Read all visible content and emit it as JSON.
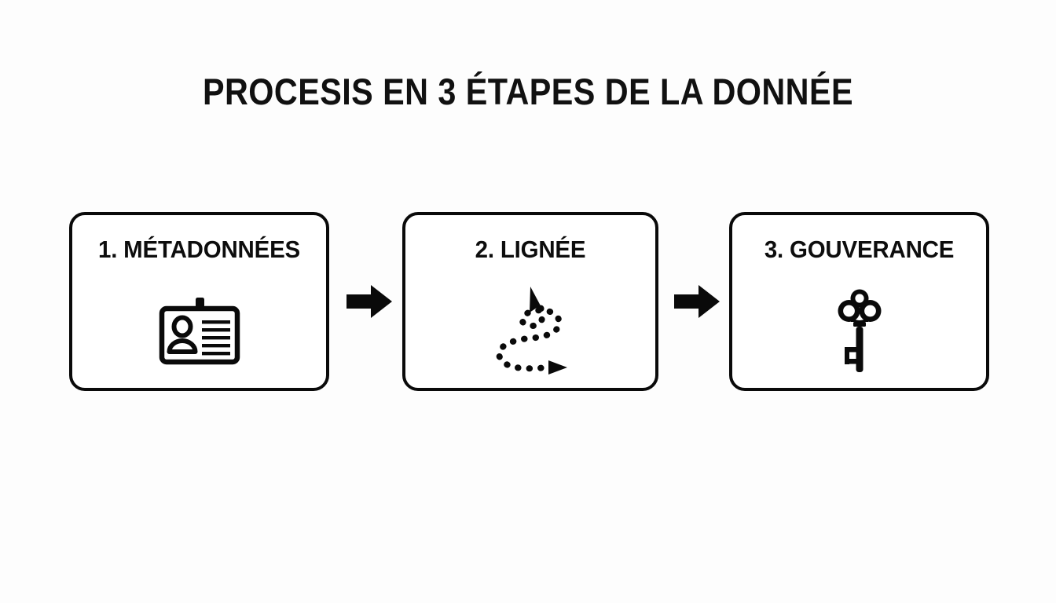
{
  "slide": {
    "title": "PROCESIS EN 3 ÉTAPES DE LA DONNÉE",
    "background_color": "#fdfdfd",
    "ink_color": "#0a0a0a"
  },
  "steps": [
    {
      "label": "1. MÉTADONNÉES",
      "number": "1",
      "name": "MÉTADONNÉES",
      "icon": "id-badge-icon"
    },
    {
      "label": "2. LIGNÉE",
      "number": "2",
      "name": "LIGNÉE",
      "icon": "winding-dotted-path-icon"
    },
    {
      "label": "3. GOUVERANCE",
      "number": "3",
      "name": "GOUVERANCE",
      "icon": "key-icon"
    }
  ],
  "connectors": [
    {
      "icon": "arrow-right-icon",
      "from": "1",
      "to": "2"
    },
    {
      "icon": "arrow-right-icon",
      "from": "2",
      "to": "3"
    }
  ]
}
